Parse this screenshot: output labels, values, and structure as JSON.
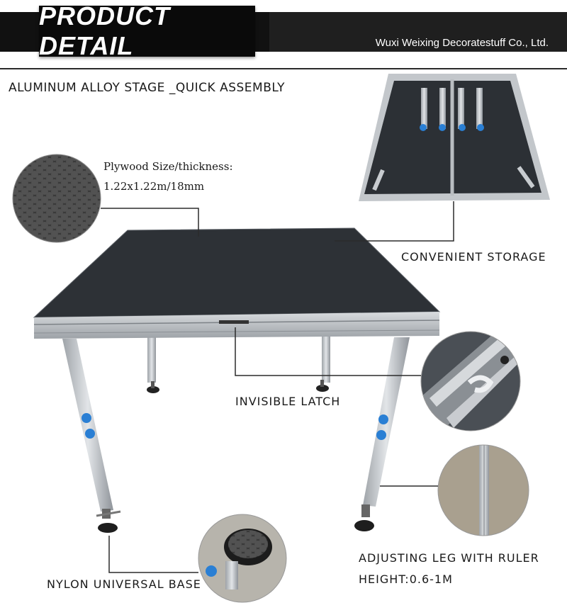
{
  "header": {
    "title": "PRODUCT DETAIL",
    "company": "Wuxi Weixing Decoratestuff Co., Ltd."
  },
  "subtitle": "ALUMINUM ALLOY STAGE _QUICK ASSEMBLY",
  "callouts": {
    "plywood_title": "Plywood Size/thickness:",
    "plywood_value": "1.22x1.22m/18mm",
    "storage": "CONVENIENT STORAGE",
    "latch": "INVISIBLE LATCH",
    "leg_title": "ADJUSTING LEG WITH RULER",
    "leg_height": "HEIGHT:0.6-1M",
    "base": "NYLON UNIVERSAL BASE"
  },
  "colors": {
    "header_bg": "#1f1f1f",
    "title_bg": "#0a0a0a",
    "deck": "#2d3136",
    "aluminum": "#b8bcc0",
    "accent_blue": "#2a7fd4"
  }
}
